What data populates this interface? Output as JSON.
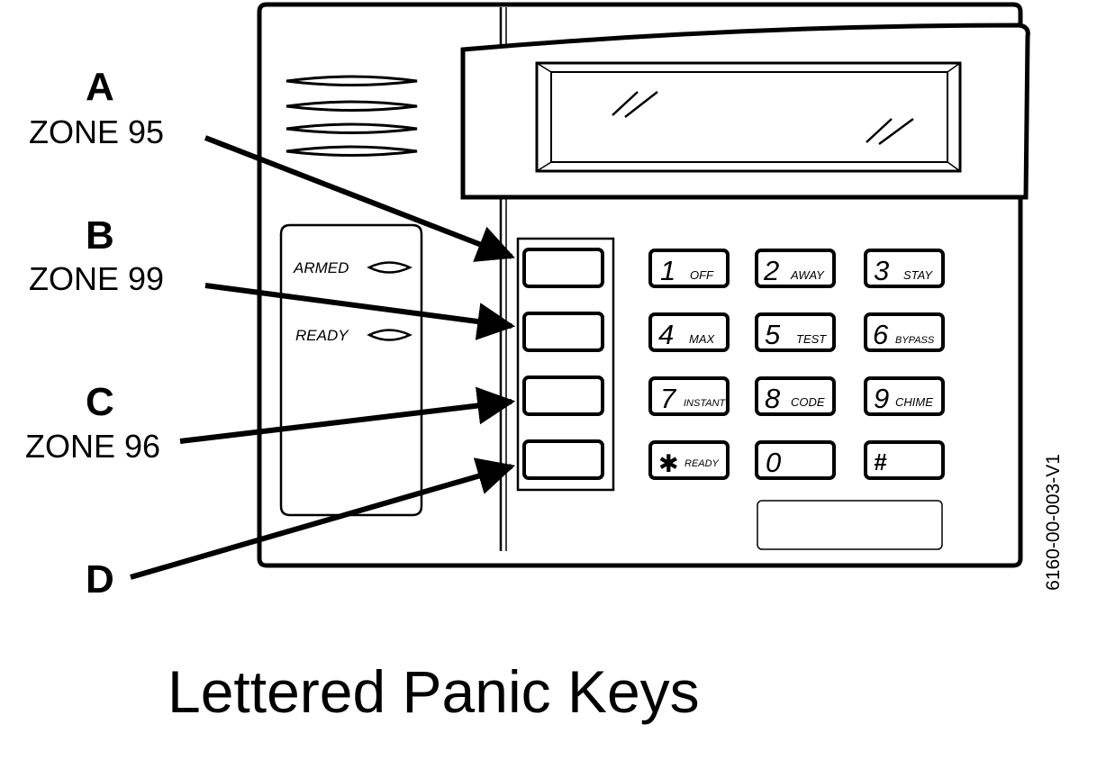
{
  "callouts": [
    {
      "letter": "A",
      "zone": "ZONE 95"
    },
    {
      "letter": "B",
      "zone": "ZONE 99"
    },
    {
      "letter": "C",
      "zone": "ZONE 96"
    },
    {
      "letter": "D",
      "zone": ""
    }
  ],
  "leds": {
    "armed": "ARMED",
    "ready": "READY"
  },
  "keys": [
    {
      "num": "1",
      "fn": "OFF"
    },
    {
      "num": "2",
      "fn": "AWAY"
    },
    {
      "num": "3",
      "fn": "STAY"
    },
    {
      "num": "4",
      "fn": "MAX"
    },
    {
      "num": "5",
      "fn": "TEST"
    },
    {
      "num": "6",
      "fn": "BYPASS"
    },
    {
      "num": "7",
      "fn": "INSTANT"
    },
    {
      "num": "8",
      "fn": "CODE"
    },
    {
      "num": "9",
      "fn": "CHIME"
    },
    {
      "num": "✱",
      "fn": "READY"
    },
    {
      "num": "0",
      "fn": ""
    },
    {
      "num": "#",
      "fn": ""
    }
  ],
  "caption": "Lettered Panic Keys",
  "figure_id": "6160-00-003-V1",
  "colors": {
    "ink": "#000000",
    "paper": "#ffffff"
  }
}
